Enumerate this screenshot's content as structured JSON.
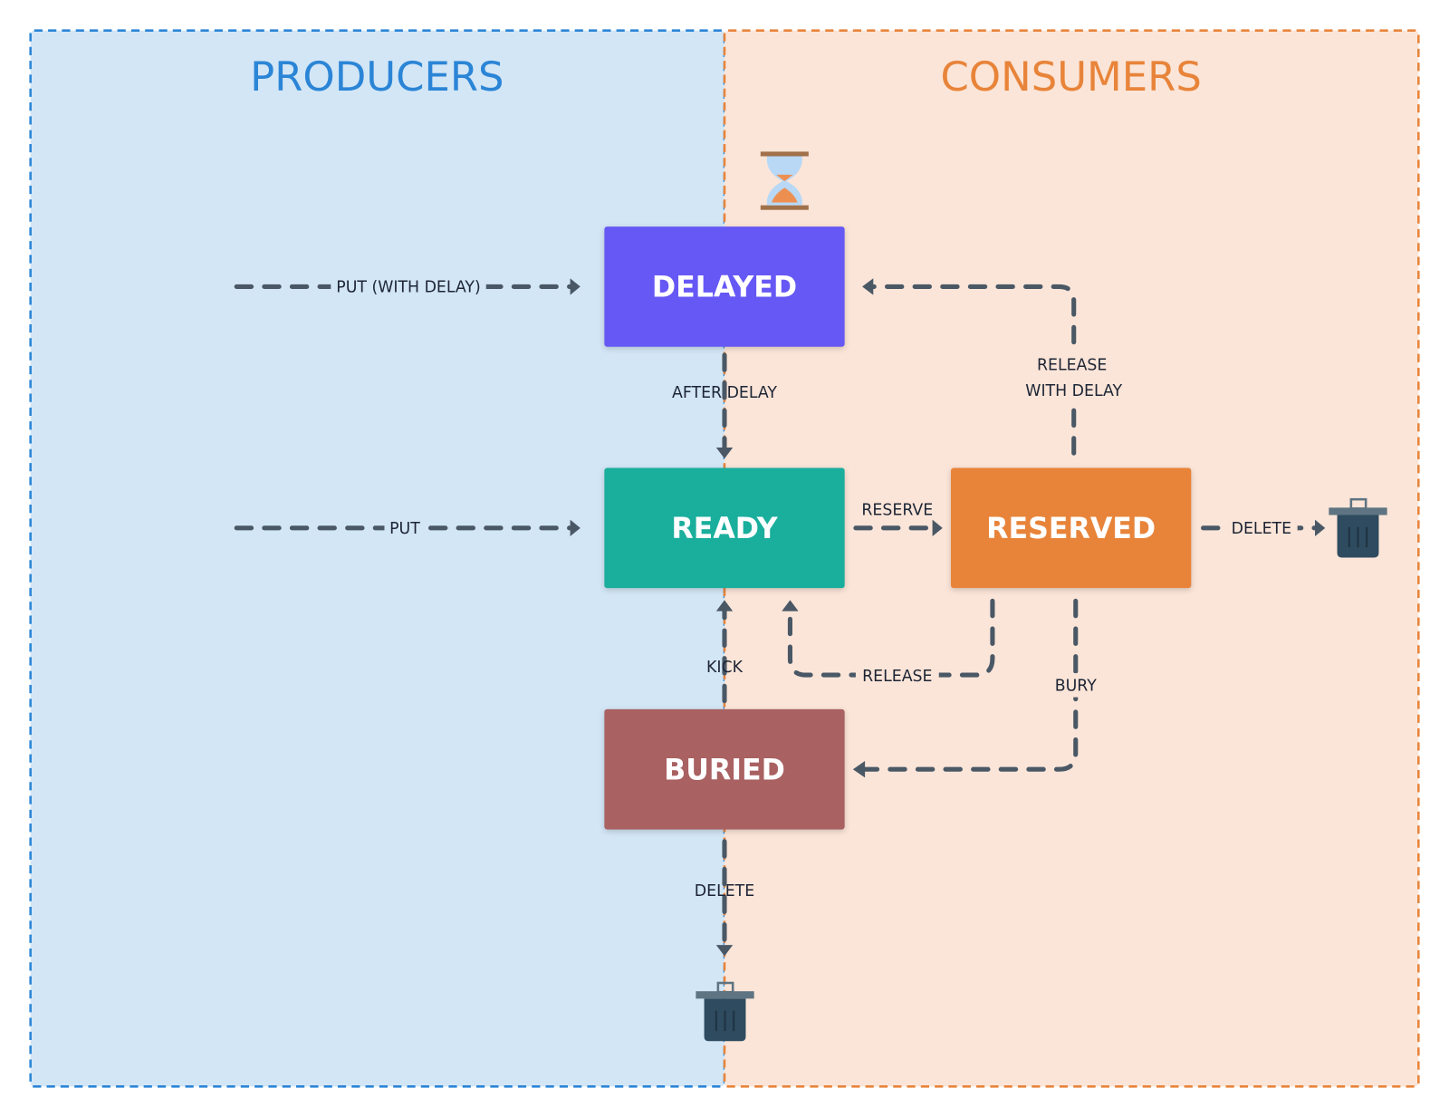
{
  "colors": {
    "producers_fill": "#d3e6f6",
    "producers_border": "#2b85d6",
    "consumers_fill": "#fbe5d8",
    "consumers_border": "#e8843a",
    "edge": "#4a5866",
    "edge_label": "#1d2535",
    "delayed": "#6658f5",
    "ready": "#1aae9c",
    "reserved": "#e8843a",
    "buried": "#a96162",
    "trash": "#2f4b5f"
  },
  "lanes": {
    "producers": {
      "title": "PRODUCERS"
    },
    "consumers": {
      "title": "CONSUMERS"
    }
  },
  "states": {
    "delayed": {
      "label": "DELAYED"
    },
    "ready": {
      "label": "READY"
    },
    "reserved": {
      "label": "RESERVED"
    },
    "buried": {
      "label": "BURIED"
    }
  },
  "transitions": {
    "put_with_delay": "PUT (WITH DELAY)",
    "put": "PUT",
    "after_delay": "AFTER DELAY",
    "reserve": "RESERVE",
    "release_with_delay_line1": "RELEASE",
    "release_with_delay_line2": "WITH DELAY",
    "delete_reserved": "DELETE",
    "release": "RELEASE",
    "bury": "BURY",
    "kick": "KICK",
    "delete_buried": "DELETE"
  },
  "icons": {
    "timer": "hourglass-icon",
    "trash_reserved": "trash-icon",
    "trash_buried": "trash-icon"
  }
}
